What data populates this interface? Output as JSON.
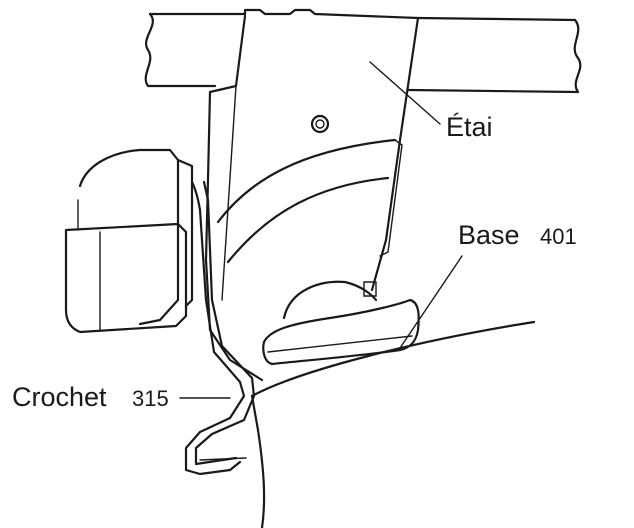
{
  "labels": {
    "etai": "Étai",
    "base": "Base",
    "base_number": "401",
    "crochet": "Crochet",
    "crochet_number": "315"
  },
  "colors": {
    "line": "#1a1a1a",
    "background": "#ffffff"
  }
}
